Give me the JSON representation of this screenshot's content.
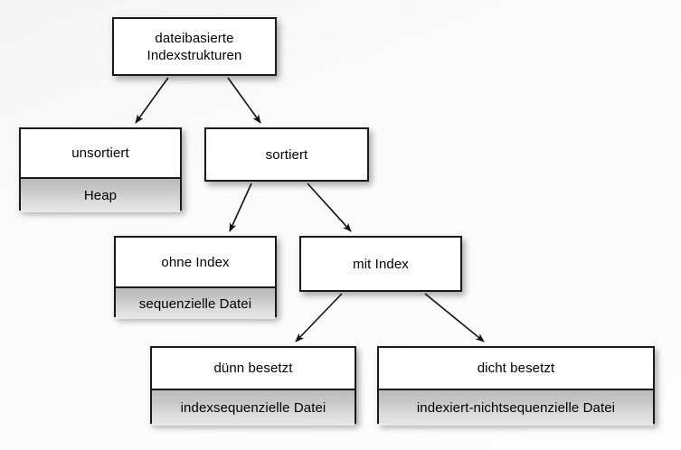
{
  "diagram": {
    "type": "tree-hierarchy",
    "background_color": "#fbfbfb",
    "box_fill": "#ffffff",
    "subbox_fill": "#d0d0d0",
    "border_color": "#1a1a1a",
    "text_color": "#000000",
    "nodes": [
      {
        "id": "root",
        "title": "dateibasierte\nIndexstrukturen",
        "title_line1": "dateibasierte",
        "title_line2": "Indexstrukturen",
        "subtitle": null
      },
      {
        "id": "unsortiert",
        "title": "unsortiert",
        "subtitle": "Heap"
      },
      {
        "id": "sortiert",
        "title": "sortiert",
        "subtitle": null
      },
      {
        "id": "ohne-index",
        "title": "ohne Index",
        "subtitle": "sequenzielle Datei"
      },
      {
        "id": "mit-index",
        "title": "mit Index",
        "subtitle": null
      },
      {
        "id": "duenn",
        "title": "dünn besetzt",
        "subtitle": "indexsequenzielle Datei"
      },
      {
        "id": "dicht",
        "title": "dicht besetzt",
        "subtitle": "indexiert-nichtsequenzielle Datei"
      }
    ],
    "edges": [
      {
        "from": "root",
        "to": "unsortiert"
      },
      {
        "from": "root",
        "to": "sortiert"
      },
      {
        "from": "sortiert",
        "to": "ohne-index"
      },
      {
        "from": "sortiert",
        "to": "mit-index"
      },
      {
        "from": "mit-index",
        "to": "duenn"
      },
      {
        "from": "mit-index",
        "to": "dicht"
      }
    ]
  }
}
